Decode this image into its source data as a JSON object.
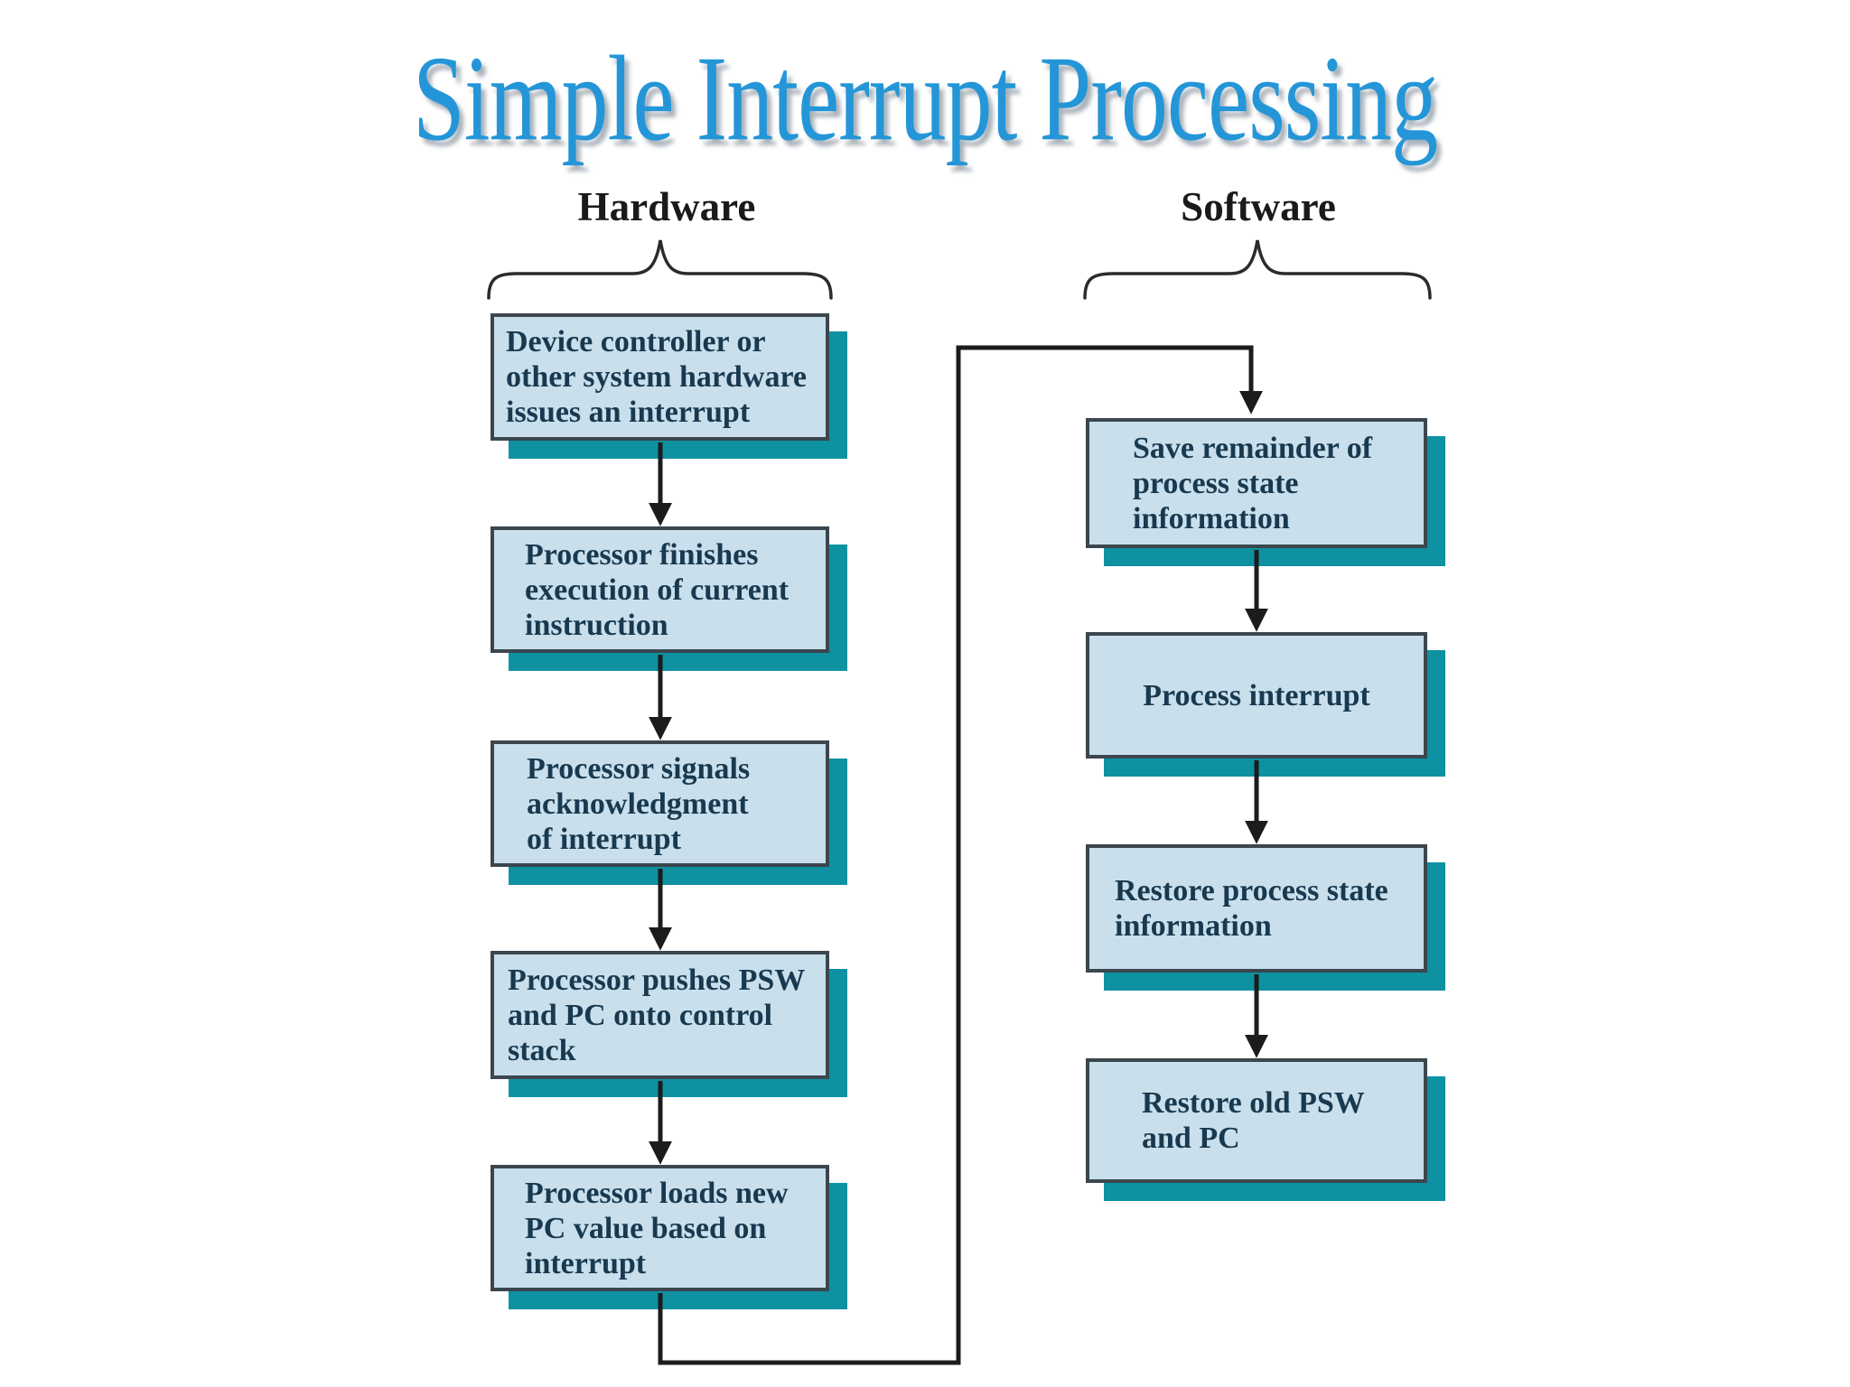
{
  "title": "Simple Interrupt Processing",
  "columns": {
    "hardware": {
      "label": "Hardware",
      "boxes": [
        "Device controller or\nother system hardware\nissues an interrupt",
        "Processor finishes\nexecution of current\ninstruction",
        "Processor signals\nacknowledgment\nof interrupt",
        "Processor pushes PSW\nand PC onto control\nstack",
        "Processor loads new\nPC value based on\ninterrupt"
      ]
    },
    "software": {
      "label": "Software",
      "boxes": [
        "Save remainder of\nprocess state\ninformation",
        "Process interrupt",
        "Restore process state\ninformation",
        "Restore old PSW\nand PC"
      ]
    }
  },
  "colors": {
    "title_color": "#2496d8",
    "box_fill": "#c9dfec",
    "box_border": "#3b464e",
    "box_shadow_color": "#0e91a1",
    "box_text": "#18394f",
    "line": "#1c1c1c",
    "label_text": "#1a1a1a"
  }
}
